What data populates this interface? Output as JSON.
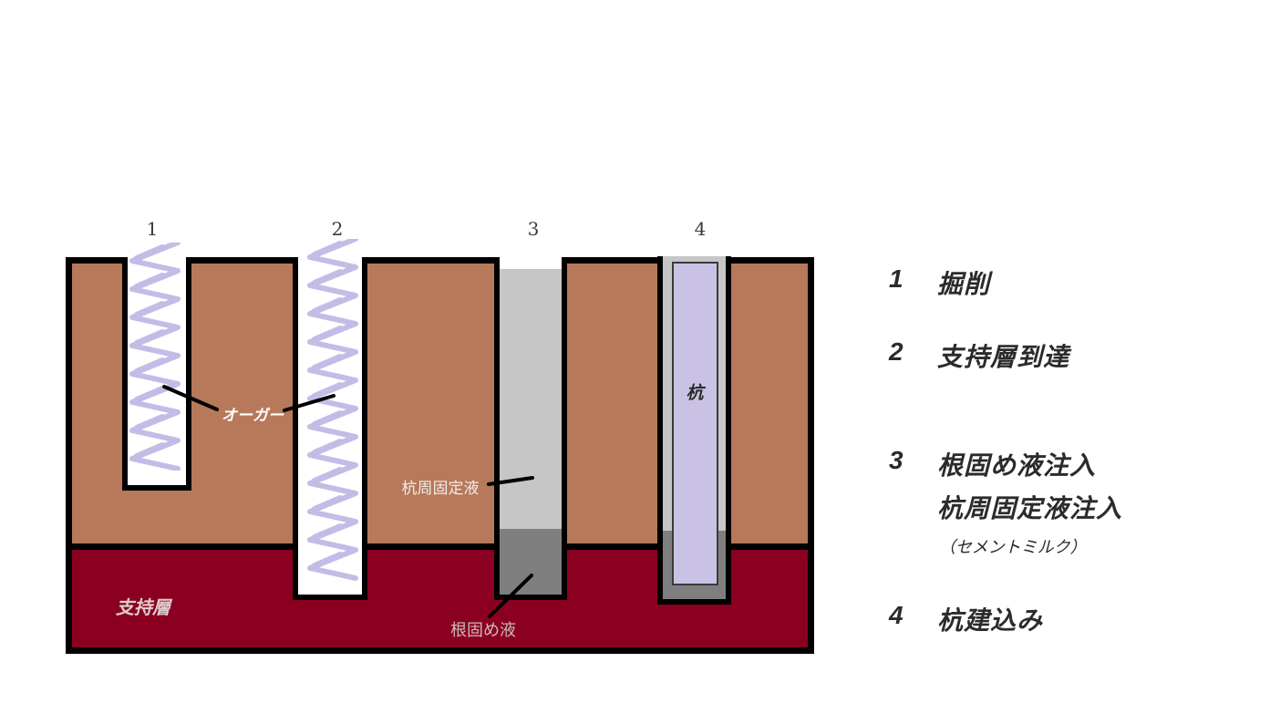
{
  "diagram": {
    "title_implied": "",
    "step_numbers": [
      "1",
      "2",
      "3",
      "4"
    ],
    "labels": {
      "auger": "オーガー",
      "pile": "杭",
      "pile_fixing_liquid": "杭周固定液",
      "root_liquid": "根固め液",
      "bearing_layer": "支持層"
    },
    "colors": {
      "soil_brown": "#b7795a",
      "bearing_red": "#8b0021",
      "fixing_liquid_gray": "#c6c6c6",
      "root_liquid_gray": "#7f7f7f",
      "pile_purple": "#cac2e5",
      "auger_lavender": "#c4bce6",
      "outline_black": "#000000"
    }
  },
  "legend": {
    "items": [
      {
        "num": "1",
        "label": "掘削"
      },
      {
        "num": "2",
        "label": "支持層到達"
      },
      {
        "num": "3",
        "label": "根固め液注入",
        "label2": "杭周固定液注入",
        "note": "（セメントミルク）"
      },
      {
        "num": "4",
        "label": "杭建込み"
      }
    ]
  }
}
